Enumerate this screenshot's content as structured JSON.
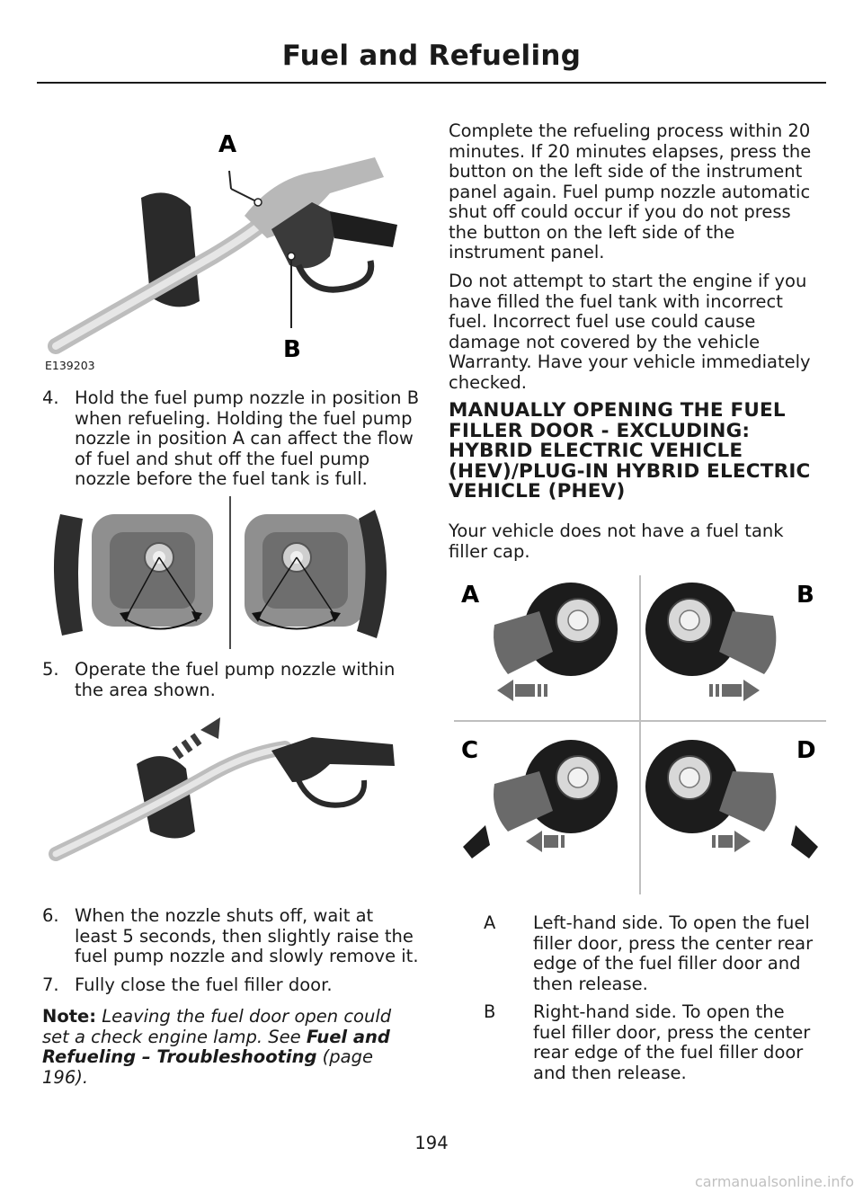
{
  "header": {
    "title": "Fuel and Refueling"
  },
  "figure1": {
    "label_a": "A",
    "label_b": "B",
    "code": "E139203"
  },
  "steps": [
    {
      "num": "4.",
      "text": "Hold the fuel pump nozzle in position B when refueling.  Holding the fuel pump nozzle in position A can affect the flow of fuel and shut off the fuel pump nozzle before the fuel tank is full."
    },
    {
      "num": "5.",
      "text": "Operate the fuel pump nozzle within the area shown."
    },
    {
      "num": "6.",
      "text": "When the nozzle shuts off, wait at least 5 seconds, then slightly raise the fuel pump nozzle and slowly remove it."
    },
    {
      "num": "7.",
      "text": "Fully close the fuel filler door."
    }
  ],
  "note": {
    "label": "Note:",
    "text_before": " Leaving the fuel door open could set a check engine lamp. See ",
    "link": "Fuel and Refueling – Troubleshooting",
    "text_after": " (page 196)."
  },
  "right": {
    "para1": "Complete the refueling process within 20 minutes. If 20 minutes elapses, press the button on the left side of the instrument panel again.  Fuel pump nozzle automatic shut off could occur if you do not press the button on the left side of the instrument panel.",
    "para2": "Do not attempt to start the engine if you have filled the fuel tank with incorrect fuel. Incorrect fuel use could cause damage not covered by the vehicle Warranty. Have your vehicle immediately checked.",
    "heading": "MANUALLY OPENING THE FUEL FILLER DOOR - EXCLUDING: HYBRID ELECTRIC VEHICLE (HEV)/PLUG-IN HYBRID ELECTRIC VEHICLE (PHEV)",
    "para3": "Your vehicle does not have a fuel tank filler cap."
  },
  "figure4": {
    "label_a": "A",
    "label_b": "B",
    "label_c": "C",
    "label_d": "D"
  },
  "definitions": [
    {
      "key": "A",
      "value": "Left-hand side. To open the fuel filler door, press the center rear edge of the fuel filler door and then release."
    },
    {
      "key": "B",
      "value": "Right-hand side. To open the fuel filler door, press the center rear edge of the fuel filler door and then release."
    }
  ],
  "page_number": "194",
  "watermark": "carmanualsonline.info"
}
